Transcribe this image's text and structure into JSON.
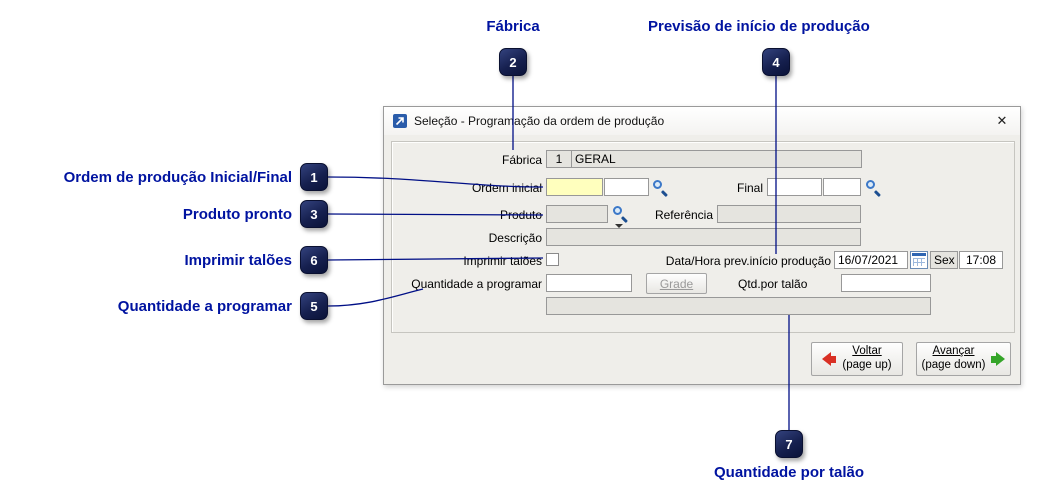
{
  "annotations": {
    "ordem": {
      "num": "1",
      "label": "Ordem de produção Inicial/Final"
    },
    "fabrica": {
      "num": "2",
      "label": "Fábrica"
    },
    "produto": {
      "num": "3",
      "label": "Produto pronto"
    },
    "previsao": {
      "num": "4",
      "label": "Previsão de início de produção"
    },
    "quantidade": {
      "num": "5",
      "label": "Quantidade a programar"
    },
    "imprimir": {
      "num": "6",
      "label": "Imprimir talões"
    },
    "qtd_talao": {
      "num": "7",
      "label": "Quantidade por talão"
    }
  },
  "dialog": {
    "title": "Seleção - Programação da ordem de produção",
    "close": "✕",
    "labels": {
      "fabrica": "Fábrica",
      "ordem_inicial": "Ordem inicial",
      "final": "Final",
      "produto": "Produto",
      "referencia": "Referência",
      "descricao": "Descrição",
      "imprimir_taloes": "Imprimir talões",
      "data_hora": "Data/Hora prev.início produção",
      "quantidade_programar": "Quantidade a programar",
      "qtd_por_talao": "Qtd.por talão"
    },
    "values": {
      "fabrica_codigo": "1",
      "fabrica_nome": "GERAL",
      "data": "16/07/2021",
      "dia_semana": "Sex",
      "hora": "17:08"
    },
    "buttons": {
      "grade": "Grade",
      "voltar": "Voltar",
      "voltar_sub": "(page up)",
      "avancar": "Avançar",
      "avancar_sub": "(page down)"
    }
  }
}
